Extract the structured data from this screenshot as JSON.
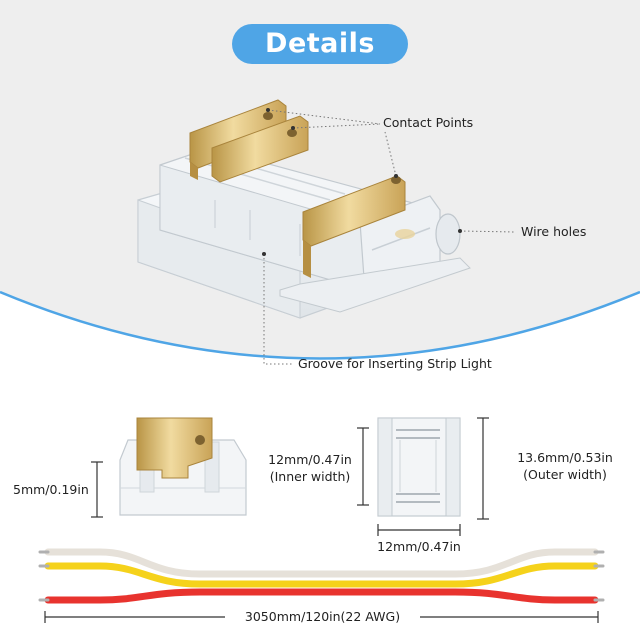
{
  "header": {
    "title": "Details"
  },
  "callouts": {
    "contact_points": "Contact Points",
    "wire_holes": "Wire holes",
    "groove": "Groove for Inserting Strip Light"
  },
  "dimensions": {
    "height": "5mm/0.19in",
    "inner_width_line1": "12mm/0.47in",
    "inner_width_line2": "(Inner width)",
    "outer_width_line1": "13.6mm/0.53in",
    "outer_width_line2": "(Outer width)",
    "bottom_width": "12mm/0.47in",
    "cable_length": "3050mm/120in(22 AWG)"
  },
  "colors": {
    "background": "#ffffff",
    "panel": "#eeeeee",
    "arc": "#4fa5e6",
    "badge": "#4fa5e6",
    "metal": "#d8bb78",
    "wire_yellow": "#f5d21b",
    "wire_red": "#e8332e",
    "wire_white": "#ece7df"
  }
}
